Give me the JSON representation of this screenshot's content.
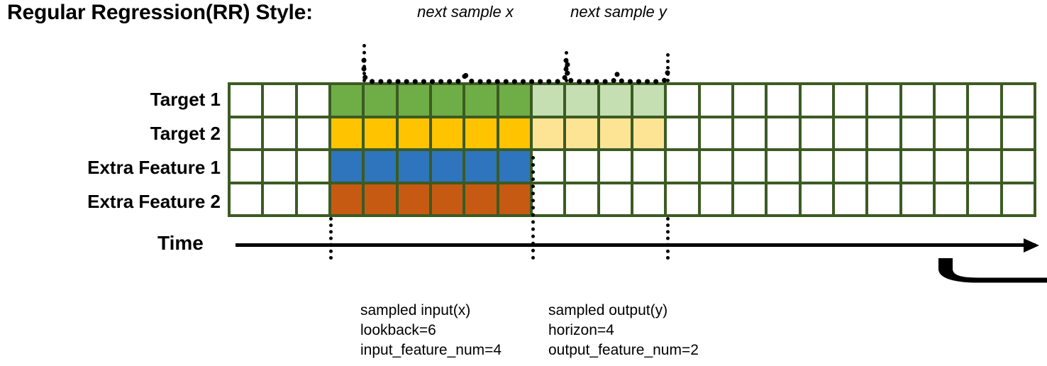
{
  "title": "Regular Regression(RR) Style:",
  "rows": [
    {
      "label": "Target 1",
      "name": "target-1"
    },
    {
      "label": "Target 2",
      "name": "target-2"
    },
    {
      "label": "Extra Feature 1",
      "name": "extra-feature-1"
    },
    {
      "label": "Extra Feature 2",
      "name": "extra-feature-2"
    }
  ],
  "grid": {
    "columns": 24,
    "lookback_start_col": 3,
    "lookback_end_col": 9,
    "horizon_end_col": 13,
    "fills": [
      [
        "#ffffff",
        "#ffffff",
        "#ffffff",
        "#6FAE46",
        "#6FAE46",
        "#6FAE46",
        "#6FAE46",
        "#6FAE46",
        "#6FAE46",
        "#C5DFB3",
        "#C5DFB3",
        "#C5DFB3",
        "#C5DFB3",
        "#ffffff",
        "#ffffff",
        "#ffffff",
        "#ffffff",
        "#ffffff",
        "#ffffff",
        "#ffffff",
        "#ffffff",
        "#ffffff",
        "#ffffff",
        "#ffffff"
      ],
      [
        "#ffffff",
        "#ffffff",
        "#ffffff",
        "#FFC300",
        "#FFC300",
        "#FFC300",
        "#FFC300",
        "#FFC300",
        "#FFC300",
        "#FDE495",
        "#FDE495",
        "#FDE495",
        "#FDE495",
        "#ffffff",
        "#ffffff",
        "#ffffff",
        "#ffffff",
        "#ffffff",
        "#ffffff",
        "#ffffff",
        "#ffffff",
        "#ffffff",
        "#ffffff",
        "#ffffff"
      ],
      [
        "#ffffff",
        "#ffffff",
        "#ffffff",
        "#2E75BD",
        "#2E75BD",
        "#2E75BD",
        "#2E75BD",
        "#2E75BD",
        "#2E75BD",
        "#ffffff",
        "#ffffff",
        "#ffffff",
        "#ffffff",
        "#ffffff",
        "#ffffff",
        "#ffffff",
        "#ffffff",
        "#ffffff",
        "#ffffff",
        "#ffffff",
        "#ffffff",
        "#ffffff",
        "#ffffff",
        "#ffffff"
      ],
      [
        "#ffffff",
        "#ffffff",
        "#ffffff",
        "#C75A12",
        "#C75A12",
        "#C75A12",
        "#C75A12",
        "#C75A12",
        "#C75A12",
        "#ffffff",
        "#ffffff",
        "#ffffff",
        "#ffffff",
        "#ffffff",
        "#ffffff",
        "#ffffff",
        "#ffffff",
        "#ffffff",
        "#ffffff",
        "#ffffff",
        "#ffffff",
        "#ffffff",
        "#ffffff",
        "#ffffff"
      ]
    ]
  },
  "colors": {
    "grid_border": "#3C5B23",
    "target_1": "#6FAE46",
    "target_2": "#FFC300",
    "extra_feature_1": "#2E75BD",
    "extra_feature_2": "#C75A12",
    "target_1_faded": "#C5DFB3",
    "target_2_faded": "#FDE495",
    "empty": "#ffffff",
    "annotation": "#000000"
  },
  "axis": {
    "label": "Time"
  },
  "top_brackets": [
    {
      "label": "next sample x",
      "name": "next-sample-x"
    },
    {
      "label": "next sample y",
      "name": "next-sample-y"
    }
  ],
  "bottom_brackets": [
    {
      "name": "sampled-input",
      "lines": [
        "sampled input(x)",
        "lookback=6",
        "input_feature_num=4"
      ]
    },
    {
      "name": "sampled-output",
      "lines": [
        "sampled output(y)",
        "horizon=4",
        "output_feature_num=2"
      ]
    }
  ]
}
